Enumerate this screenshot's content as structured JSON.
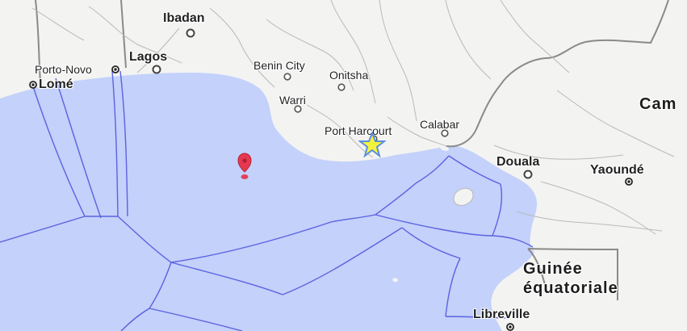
{
  "map": {
    "water_color": "#c3d1fb",
    "land_color": "#f3f3f1",
    "boundary_color": "#5b63df",
    "border_color": "#7a7a7a",
    "river_color": "#b7b7b7"
  },
  "cities": [
    {
      "name": "Ibadan",
      "marker": "city-dot-icon",
      "size": "large"
    },
    {
      "name": "Lagos",
      "marker": "city-dot-icon",
      "size": "large"
    },
    {
      "name": "Porto-Novo",
      "marker": "capital-dot-icon",
      "size": "normal"
    },
    {
      "name": "Lomé",
      "marker": "capital-dot-icon",
      "size": "large"
    },
    {
      "name": "Benin City",
      "marker": "city-dot-icon",
      "size": "normal"
    },
    {
      "name": "Onitsha",
      "marker": "city-dot-icon",
      "size": "normal"
    },
    {
      "name": "Warri",
      "marker": "city-dot-icon",
      "size": "normal"
    },
    {
      "name": "Port Harcourt",
      "marker": "city-dot-icon",
      "size": "normal"
    },
    {
      "name": "Calabar",
      "marker": "city-dot-icon",
      "size": "normal"
    },
    {
      "name": "Douala",
      "marker": "city-dot-icon",
      "size": "large"
    },
    {
      "name": "Yaoundé",
      "marker": "capital-dot-icon",
      "size": "large"
    },
    {
      "name": "Libreville",
      "marker": "capital-dot-icon",
      "size": "large"
    }
  ],
  "countries": [
    {
      "name": "Cam",
      "style": "bold"
    },
    {
      "name_line_1": "Guinée",
      "name_line_2": "équatoriale",
      "style": "bold"
    }
  ],
  "markers": {
    "pin": {
      "name": "map-pin-icon",
      "color": "#e53950"
    },
    "star": {
      "name": "star-icon",
      "fill": "#f3f43a",
      "stroke": "#5c8fe0"
    }
  }
}
